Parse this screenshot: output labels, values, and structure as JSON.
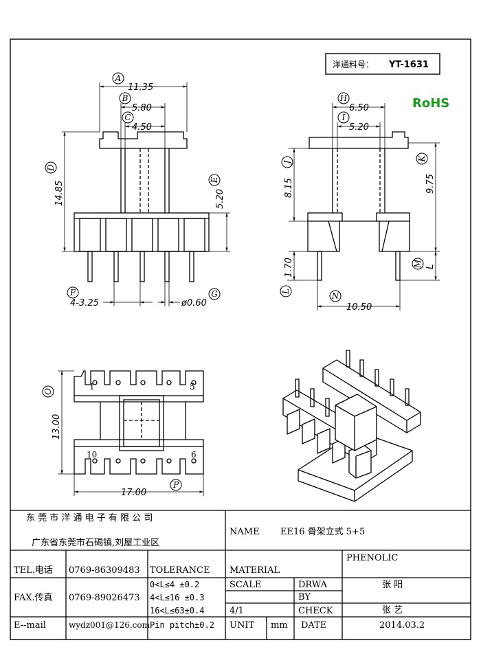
{
  "part_no": {
    "label": "洋通料号：",
    "value": "YT-1631"
  },
  "rohs": "RoHS",
  "dims": {
    "A": "11.35",
    "B": "5.80",
    "C": "4.50",
    "D": "14.85",
    "E": "5.20",
    "F": "4-3.25",
    "G": "ø0.60",
    "H": "6.50",
    "I": "5.20",
    "J": "8.15",
    "K": "9.75",
    "L": "1.70",
    "M": "L",
    "N": "10.50",
    "O": "13.00",
    "P": "17.00"
  },
  "letters": [
    "A",
    "B",
    "C",
    "D",
    "E",
    "F",
    "G",
    "H",
    "I",
    "J",
    "K",
    "L",
    "M",
    "N",
    "O",
    "P"
  ],
  "pins": {
    "p1": "1",
    "p5": "5",
    "p10": "10",
    "p6": "6"
  },
  "title_block": {
    "company": "东 莞 市 洋 通 电 子 有 限 公 司",
    "address": "广东省东莞市石碣镇,刘屋工业区",
    "name_label": "NAME",
    "name_value": "EE16 骨架立式 5+5",
    "material_value": "PHENOLIC",
    "tel_label": "TEL.电话",
    "tel_value": "0769-86309483",
    "tolerance_label": "TOLERANCE",
    "material_label": "MATERIAL",
    "fax_label": "FAX.传真",
    "fax_value": "0769-89026473",
    "tol1": "0<L≤4   ±0.2",
    "tol2": "4<L≤16  ±0.3",
    "tol3": "16<L≤63±0.4",
    "tol4": "Pin pitch±0.2",
    "scale_label": "SCALE",
    "scale_value": "4/1",
    "drawn_label": "DRWA",
    "drawn_label2": "BY",
    "drawn_value": "张 阳",
    "check_label": "CHECK",
    "check_value": "张 艺",
    "email_label": "E--mail",
    "email_value": "wydz001@126.com",
    "unit_label": "UNIT",
    "unit_value": "mm",
    "date_label": "DATE",
    "date_value": "2014.03.2"
  },
  "colors": {
    "line": "#000000",
    "rohs": "#1a9a1a"
  }
}
